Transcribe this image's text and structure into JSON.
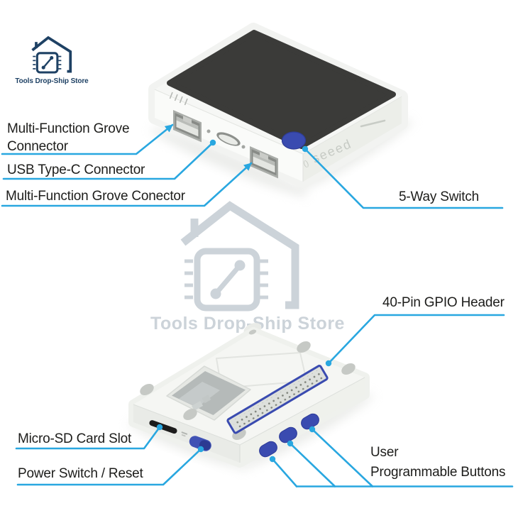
{
  "store_logo": {
    "text": "Tools Drop-Ship Store"
  },
  "watermark": {
    "text": "Tools Drop-Ship Store"
  },
  "device_branding": {
    "brand": "seeed",
    "brand_mark": "()"
  },
  "callouts": {
    "grove_top": {
      "label": "Multi-Function Grove\nConnector"
    },
    "usb_c": {
      "label": "USB Type-C Connector"
    },
    "grove_bottom": {
      "label": "Multi-Function Grove Conector"
    },
    "five_way_switch": {
      "label": "5-Way Switch"
    },
    "gpio_header": {
      "label": "40-Pin GPIO Header"
    },
    "micro_sd": {
      "label": "Micro-SD Card Slot"
    },
    "power_switch": {
      "label": "Power Switch / Reset"
    },
    "user_buttons": {
      "label": "User\nProgrammable Buttons"
    }
  },
  "colors": {
    "callout_line": "#29a7e0",
    "label_text": "#1d1d1b",
    "logo_navy": "#1e4164",
    "watermark_gray": "#ccd3d9",
    "device_accent_blue": "#3a4bb0",
    "screen_dark": "#3b3b39"
  }
}
